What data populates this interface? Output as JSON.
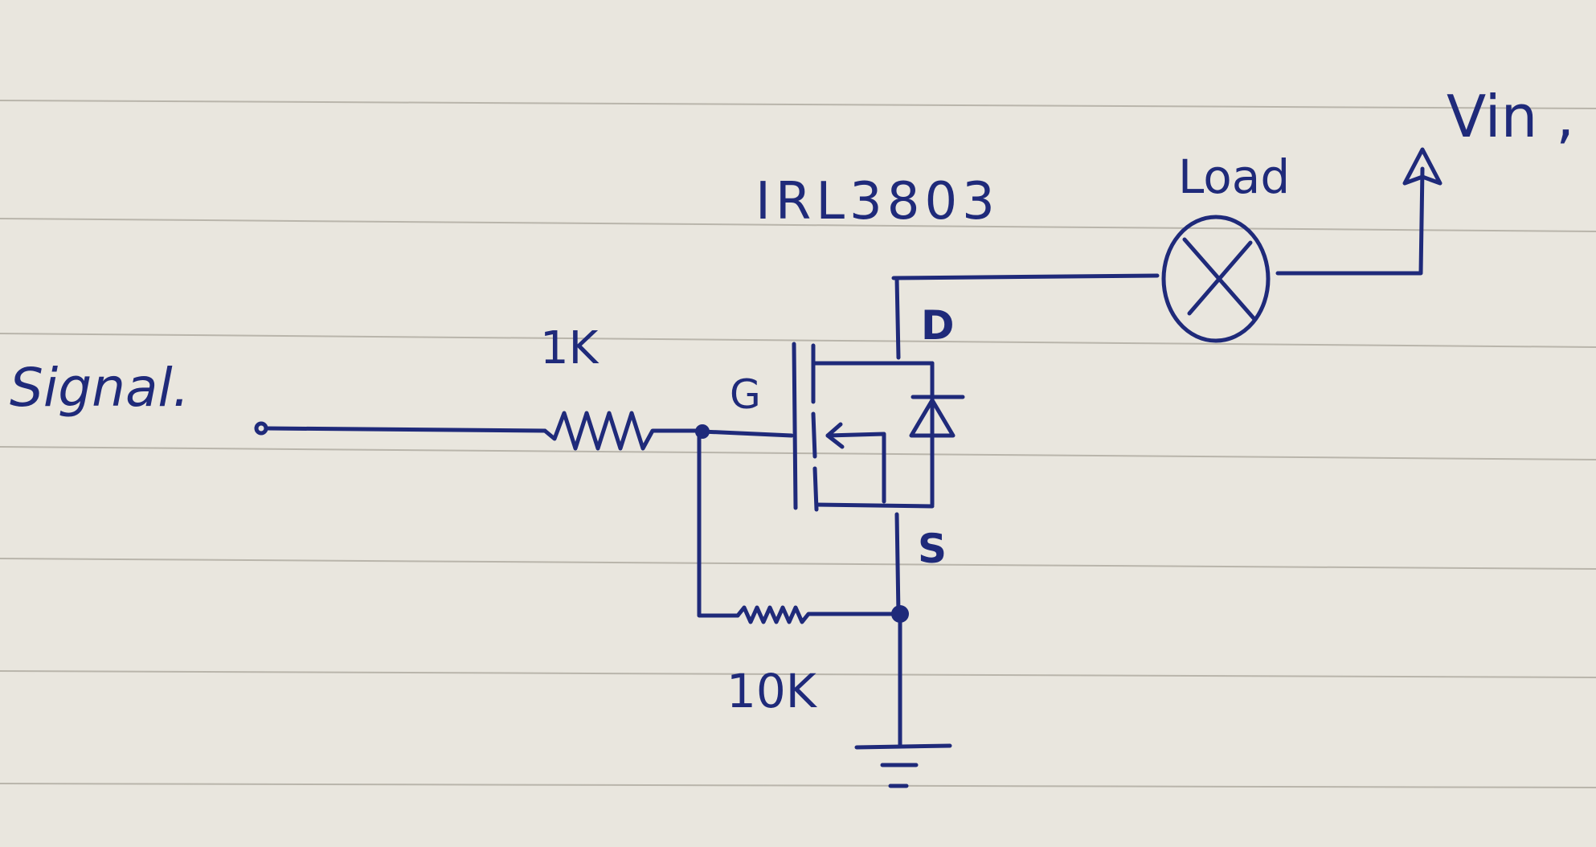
{
  "labels": {
    "signal": "Signal.",
    "r1": "1K",
    "part": "IRL3803",
    "load": "Load",
    "vin": "Vin ,",
    "gate": "G",
    "drain": "D",
    "source": "S",
    "r2": "10K"
  },
  "colors": {
    "ink": "#1f2a7a",
    "paper": "#e9e6de",
    "rule_line": "#b9b5ab"
  }
}
